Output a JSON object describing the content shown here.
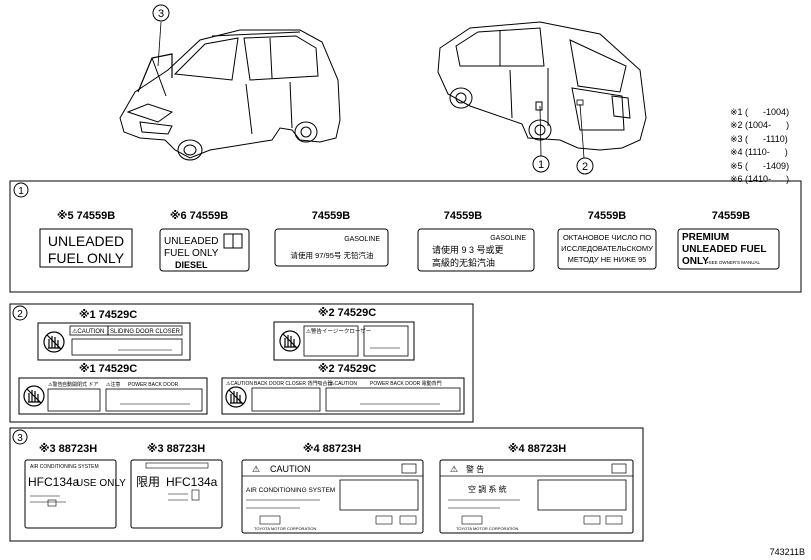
{
  "callouts": {
    "hood": "3",
    "rear_left": "1",
    "rear_right": "2"
  },
  "legend": [
    "※1 (      -1004)",
    "※2 (1004-      )",
    "※3 (      -1110)",
    "※4 (1110-      )",
    "※5 (      -1409)",
    "※6 (1410-      )"
  ],
  "group1": {
    "marker": "1",
    "labels": [
      {
        "note": "※5",
        "part": "74559B",
        "text": [
          "UNLEADED",
          "FUEL ONLY"
        ]
      },
      {
        "note": "※6",
        "part": "74559B",
        "text": [
          "UNLEADED",
          "FUEL ONLY",
          "DIESEL"
        ]
      },
      {
        "note": "",
        "part": "74559B",
        "text": [
          "GASOLINE",
          "请使用 97/95号  无铅汽油"
        ]
      },
      {
        "note": "",
        "part": "74559B",
        "text": [
          "GASOLINE",
          "请使用 9 3 号或更",
          "高級的无鉛汽油"
        ]
      },
      {
        "note": "",
        "part": "74559B",
        "text": [
          "ОКТАНОВОЕ ЧИСЛО ПО",
          "ИССЛЕДОВАТЕЛЬСКОМУ",
          "МЕТОДУ НЕ НИЖЕ 95"
        ]
      },
      {
        "note": "",
        "part": "74559B",
        "text": [
          "PREMIUM",
          "UNLEADED FUEL",
          "ONLY",
          "•SEE OWNER'S MANUAL"
        ]
      }
    ]
  },
  "group2": {
    "marker": "2",
    "labels": [
      {
        "note": "※1",
        "part": "74529C",
        "text": [
          "⚠CAUTION",
          "SLIDING DOOR CLOSER"
        ]
      },
      {
        "note": "※2",
        "part": "74529C",
        "text": [
          "⚠警告",
          "イージークローザー"
        ]
      },
      {
        "note": "※1",
        "part": "74529C",
        "text": [
          "⚠警告",
          "自動開閉式 ドア",
          "⚠注意",
          "POWER BACK DOOR"
        ]
      },
      {
        "note": "※2",
        "part": "74529C",
        "text": [
          "⚠CAUTION",
          "BACK DOOR CLOSER 背門吸合器",
          "⚠CAUTION",
          "POWER BACK DOOR 電動背門"
        ]
      }
    ]
  },
  "group3": {
    "marker": "3",
    "labels": [
      {
        "note": "※3",
        "part": "88723H",
        "text": [
          "AIR CONDITIONING SYSTEM",
          "HFC134a",
          "USE ONLY"
        ]
      },
      {
        "note": "※3",
        "part": "88723H",
        "text": [
          "限用",
          "HFC134a"
        ]
      },
      {
        "note": "※4",
        "part": "88723H",
        "text": [
          "CAUTION",
          "AIR CONDITIONING SYSTEM",
          "TOYOTA MOTOR CORPORATION"
        ]
      },
      {
        "note": "※4",
        "part": "88723H",
        "text": [
          "警 告",
          "空 調 系 統",
          "TOYOTA MOTOR CORPORATION"
        ]
      }
    ]
  },
  "drawing_number": "743211B"
}
